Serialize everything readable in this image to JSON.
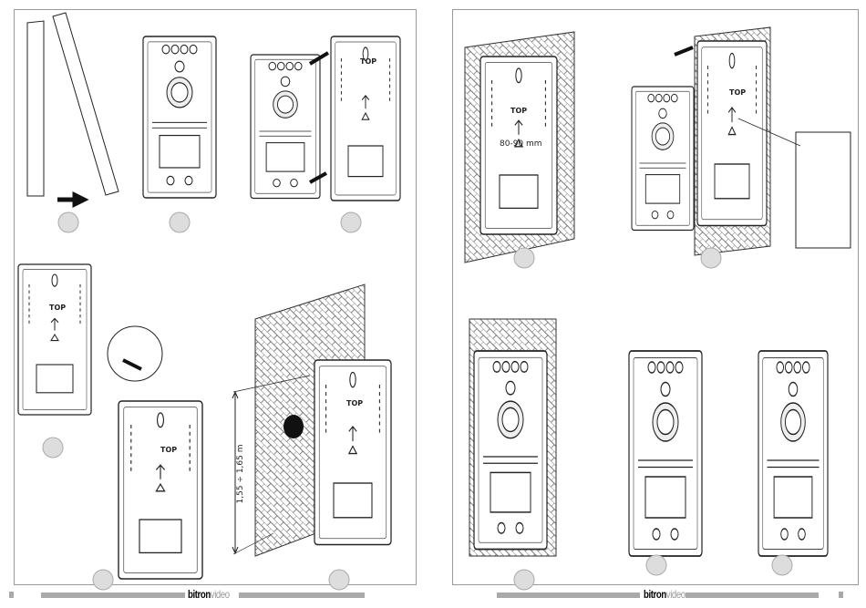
{
  "left_page": {
    "steps": [
      "",
      "",
      "",
      "",
      "",
      "",
      ""
    ],
    "top_labels": [
      "TOP",
      "TOP",
      "TOP",
      "TOP"
    ],
    "height_label": "1,55 ÷ 1,65 m",
    "brand": {
      "part1": "bitron",
      "part2": "video"
    }
  },
  "right_page": {
    "steps": [
      "",
      "",
      "",
      "",
      ""
    ],
    "top_labels": [
      "TOP",
      "TOP"
    ],
    "distance_label": "80-90 mm",
    "brand": {
      "part1": "bitron",
      "part2": "video"
    }
  },
  "colors": {
    "line": "#222222",
    "frame": "#9a9a9a",
    "footer": "#a9a9a9",
    "step_circle": "#dddddd"
  }
}
